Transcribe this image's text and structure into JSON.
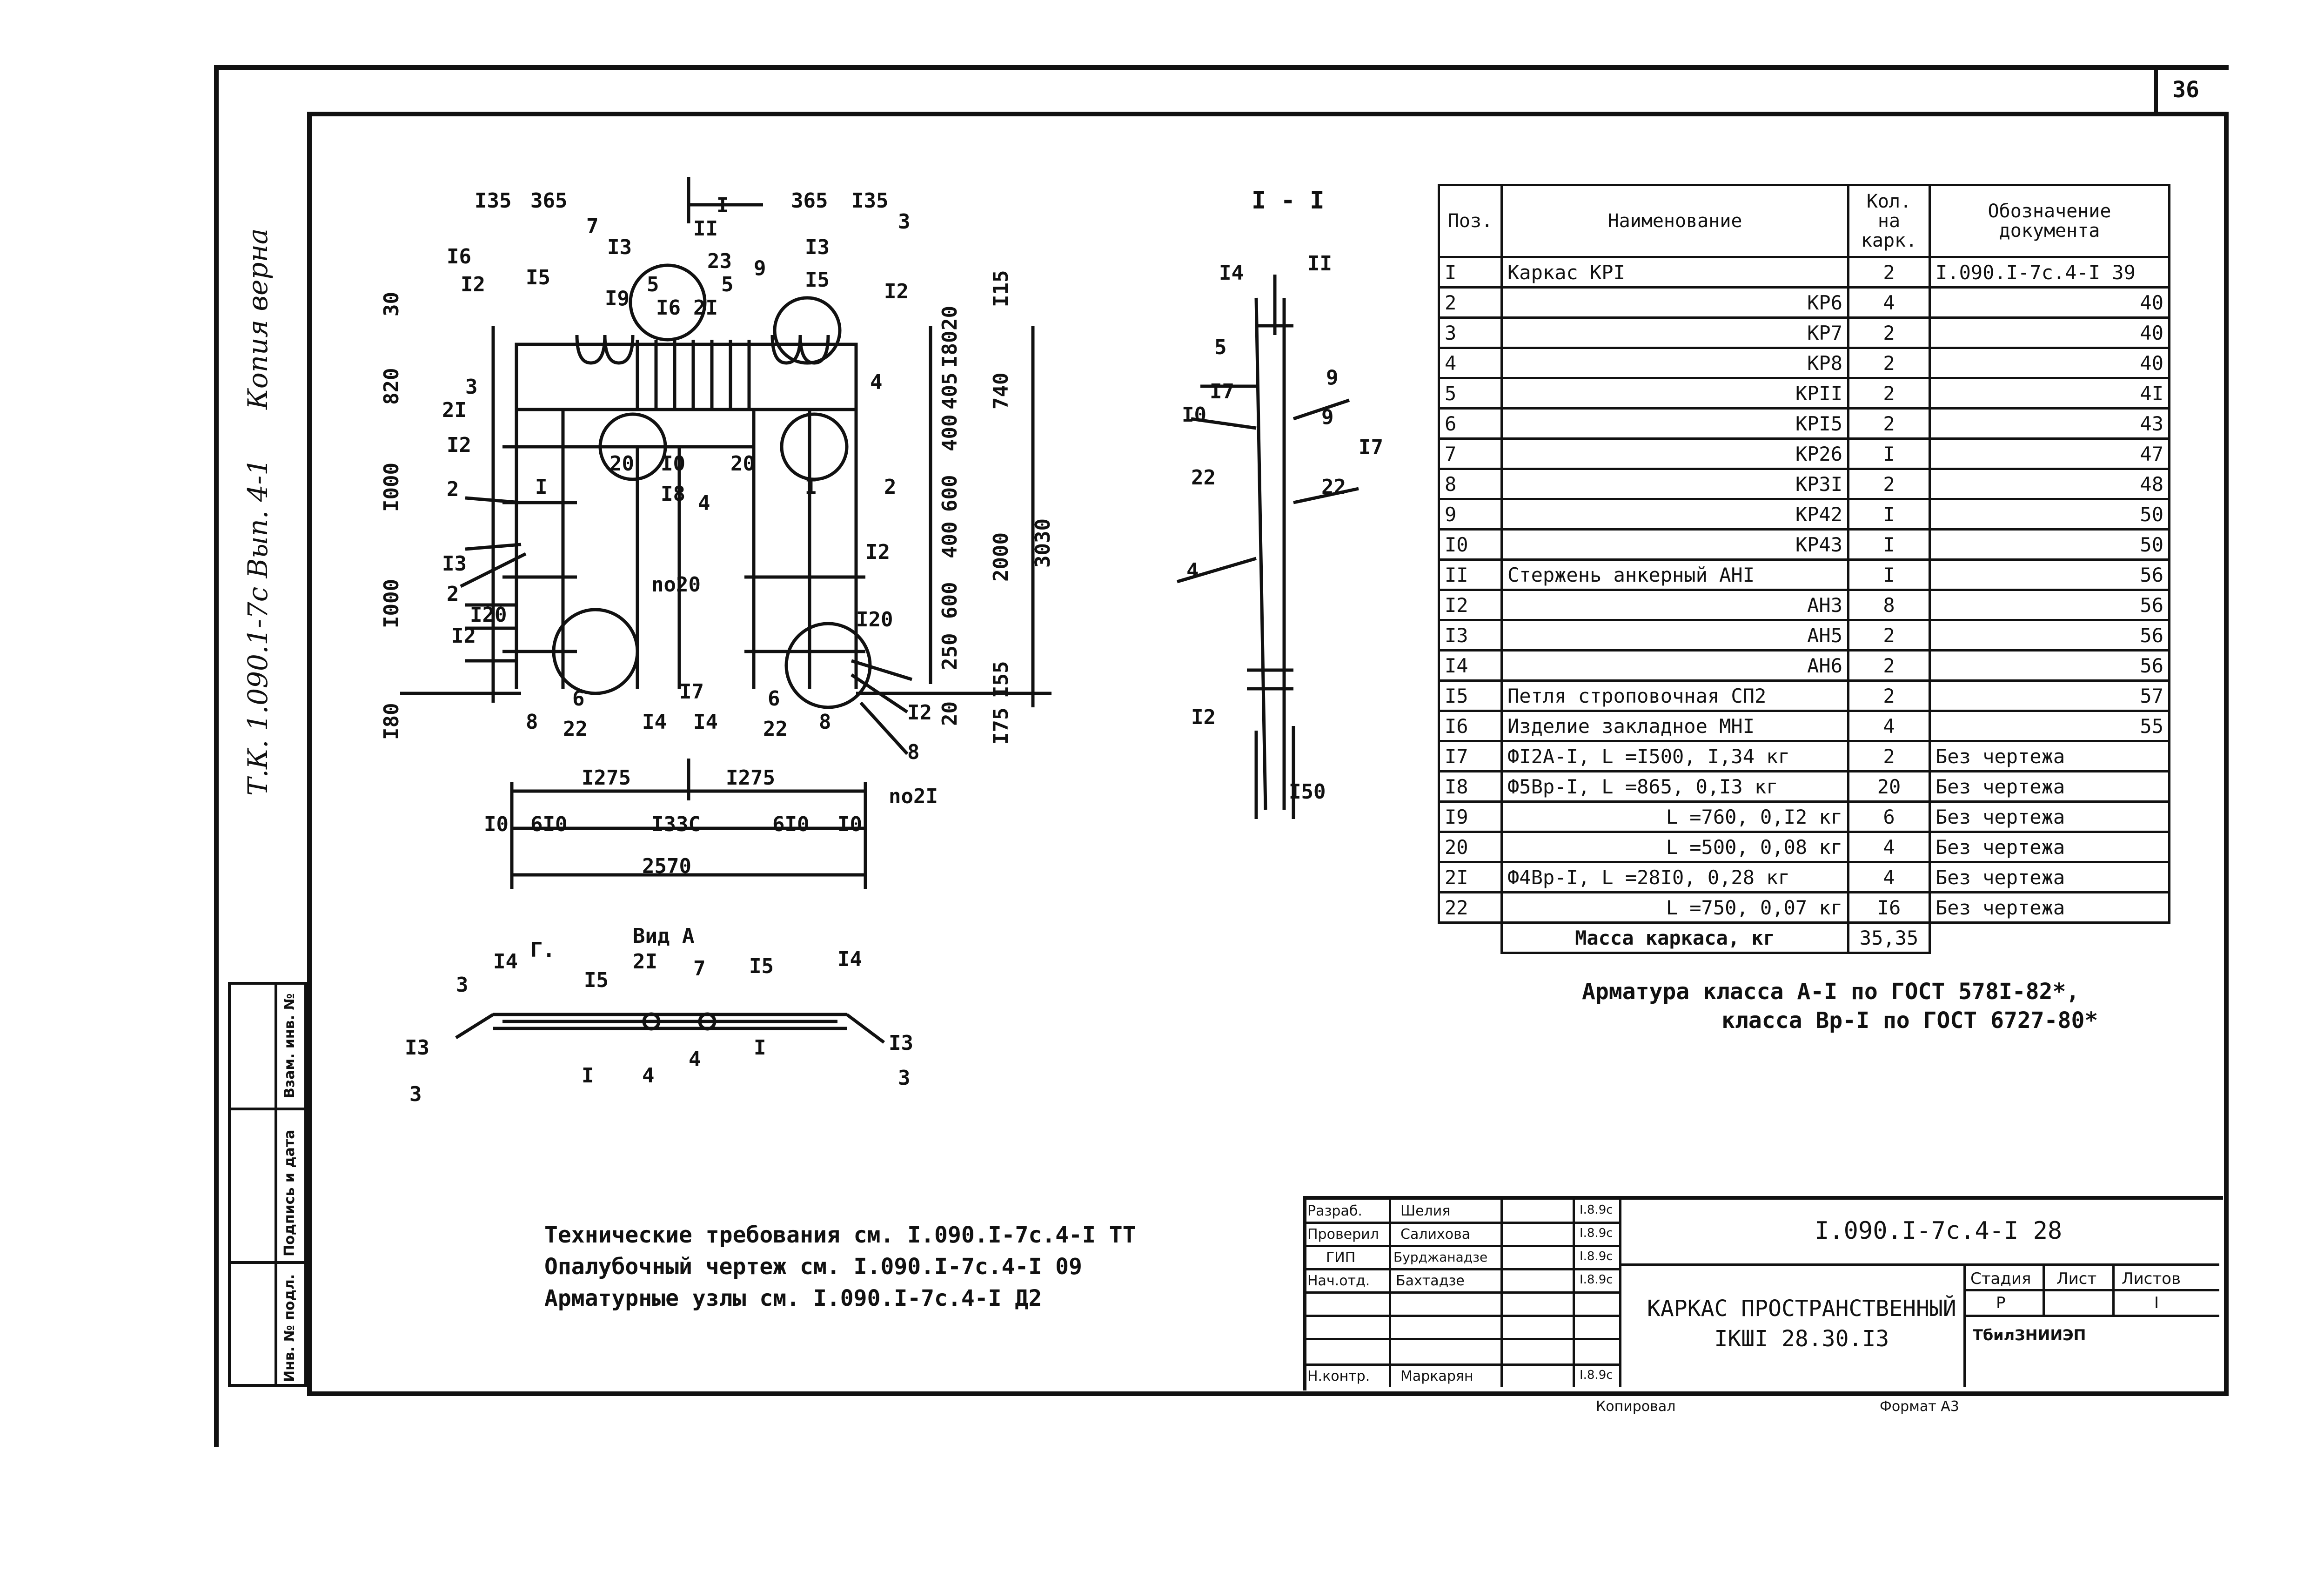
{
  "page_number": "36",
  "side_annotations": {
    "series": "Т.К. 1.090.1-7с  Вып. 4-1",
    "certified": "Копия верна"
  },
  "strip_labels": [
    "Инв. № подл.",
    "Подпись и дата",
    "Взам. инв. №"
  ],
  "section_label": "I - I",
  "view_label": "Вид А",
  "plan_labels": {
    "dims_top": [
      "I35",
      "365",
      "365",
      "I35"
    ],
    "dims_bottom_row1": [
      "I275",
      "I275"
    ],
    "dims_bottom_row2": [
      "I0",
      "6I0",
      "I33C",
      "6I0",
      "I0"
    ],
    "dim_total": "2570",
    "dims_left": [
      "30",
      "820",
      "I000",
      "I000",
      "I80"
    ],
    "dims_right": [
      "20",
      "I80",
      "405",
      "400",
      "600",
      "400",
      "600",
      "250",
      "20",
      "I15",
      "740",
      "2000",
      "I55",
      "I75",
      "3030"
    ],
    "callouts": [
      "I6",
      "I2",
      "I5",
      "7",
      "I3",
      "I9",
      "5",
      "23",
      "II",
      "I",
      "I6",
      "2I",
      "5",
      "9",
      "I3",
      "I5",
      "I2",
      "3",
      "2I",
      "3",
      "4",
      "I2",
      "2",
      "I",
      "20",
      "I0",
      "I8",
      "4",
      "20",
      "I",
      "2",
      "I3",
      "2",
      "I2",
      "I20",
      "I2",
      "I20",
      "no20",
      "6",
      "22",
      "I4",
      "I7",
      "I4",
      "6",
      "22",
      "8",
      "8",
      "I2",
      "no2I",
      "8"
    ]
  },
  "section_labels": [
    "I4",
    "II",
    "5",
    "I7",
    "I0",
    "9",
    "9",
    "I7",
    "22",
    "22",
    "4",
    "I2",
    "I50"
  ],
  "view_a_labels": [
    "I4",
    "Г.",
    "I5",
    "2I",
    "7",
    "I5",
    "I4",
    "3",
    "I3",
    "I",
    "4",
    "4",
    "I",
    "I3",
    "3",
    "3"
  ],
  "spec_table": {
    "headers": [
      "Поз.",
      "Наименование",
      "Кол. на карк.",
      "Обозначение документа"
    ],
    "rows": [
      {
        "pos": "I",
        "name": "Каркас КРI",
        "qty": "2",
        "doc": "I.090.I-7с.4-I 39"
      },
      {
        "pos": "2",
        "name": "КР6",
        "qty": "4",
        "doc": "40"
      },
      {
        "pos": "3",
        "name": "КР7",
        "qty": "2",
        "doc": "40"
      },
      {
        "pos": "4",
        "name": "КР8",
        "qty": "2",
        "doc": "40"
      },
      {
        "pos": "5",
        "name": "КРII",
        "qty": "2",
        "doc": "4I"
      },
      {
        "pos": "6",
        "name": "КРI5",
        "qty": "2",
        "doc": "43"
      },
      {
        "pos": "7",
        "name": "КР26",
        "qty": "I",
        "doc": "47"
      },
      {
        "pos": "8",
        "name": "КР3I",
        "qty": "2",
        "doc": "48"
      },
      {
        "pos": "9",
        "name": "КР42",
        "qty": "I",
        "doc": "50"
      },
      {
        "pos": "I0",
        "name": "КР43",
        "qty": "I",
        "doc": "50"
      },
      {
        "pos": "II",
        "name": "Стержень анкерный  АНI",
        "qty": "I",
        "doc": "56"
      },
      {
        "pos": "I2",
        "name": "АН3",
        "qty": "8",
        "doc": "56"
      },
      {
        "pos": "I3",
        "name": "АН5",
        "qty": "2",
        "doc": "56"
      },
      {
        "pos": "I4",
        "name": "АН6",
        "qty": "2",
        "doc": "56"
      },
      {
        "pos": "I5",
        "name": "Петля строповочная СП2",
        "qty": "2",
        "doc": "57"
      },
      {
        "pos": "I6",
        "name": "Изделие закладное  МНI",
        "qty": "4",
        "doc": "55"
      },
      {
        "pos": "I7",
        "name": "ФI2А-I,  L =I500,  I,34 кг",
        "qty": "2",
        "doc": "Без чертежа"
      },
      {
        "pos": "I8",
        "name": "Ф5Вр-I,  L =865,   0,I3 кг",
        "qty": "20",
        "doc": "Без чертежа"
      },
      {
        "pos": "I9",
        "name": "L =760,   0,I2 кг",
        "qty": "6",
        "doc": "Без чертежа"
      },
      {
        "pos": "20",
        "name": "L =500,   0,08 кг",
        "qty": "4",
        "doc": "Без чертежа"
      },
      {
        "pos": "2I",
        "name": "Ф4Вр-I,  L =28I0,  0,28 кг",
        "qty": "4",
        "doc": "Без чертежа"
      },
      {
        "pos": "22",
        "name": "L =750,   0,07 кг",
        "qty": "I6",
        "doc": "Без чертежа"
      }
    ],
    "mass_label": "Масса каркаса, кг",
    "mass_value": "35,35"
  },
  "rebar_note": [
    "Арматура класса А-I по ГОСТ 578I-82*,",
    "класса Вр-I по ГОСТ 6727-80*"
  ],
  "notes": [
    "Технические требования см. I.090.I-7с.4-I ТТ",
    "Опалубочный чертеж см. I.090.I-7с.4-I 09",
    "Арматурные узлы см. I.090.I-7с.4-I Д2"
  ],
  "title_block": {
    "roles": [
      "Разраб.",
      "Проверил",
      "ГИП",
      "Нач.отд.",
      "Н.контр."
    ],
    "names": [
      "Шелия",
      "Салихова",
      "Бурджанадзе",
      "Бахтадзе",
      "Маркарян"
    ],
    "dates": [
      "I.8.9с",
      "I.8.9с",
      "I.8.9с",
      "I.8.9с",
      "I.8.9с"
    ],
    "code": "I.090.I-7с.4-I 28",
    "title_line1": "КАРКАС ПРОСТРАНСТВЕННЫЙ",
    "title_line2": "IКШI 28.30.I3",
    "stage_label": "Стадия",
    "sheet_label": "Лист",
    "sheets_label": "Листов",
    "stage_value": "Р",
    "sheets_value": "I",
    "organization": "ТбилЗНИИЭП"
  },
  "copied_label": "Копировал",
  "format_label": "Формат А3",
  "colors": {
    "ink": "#111111",
    "paper": "#ffffff"
  }
}
